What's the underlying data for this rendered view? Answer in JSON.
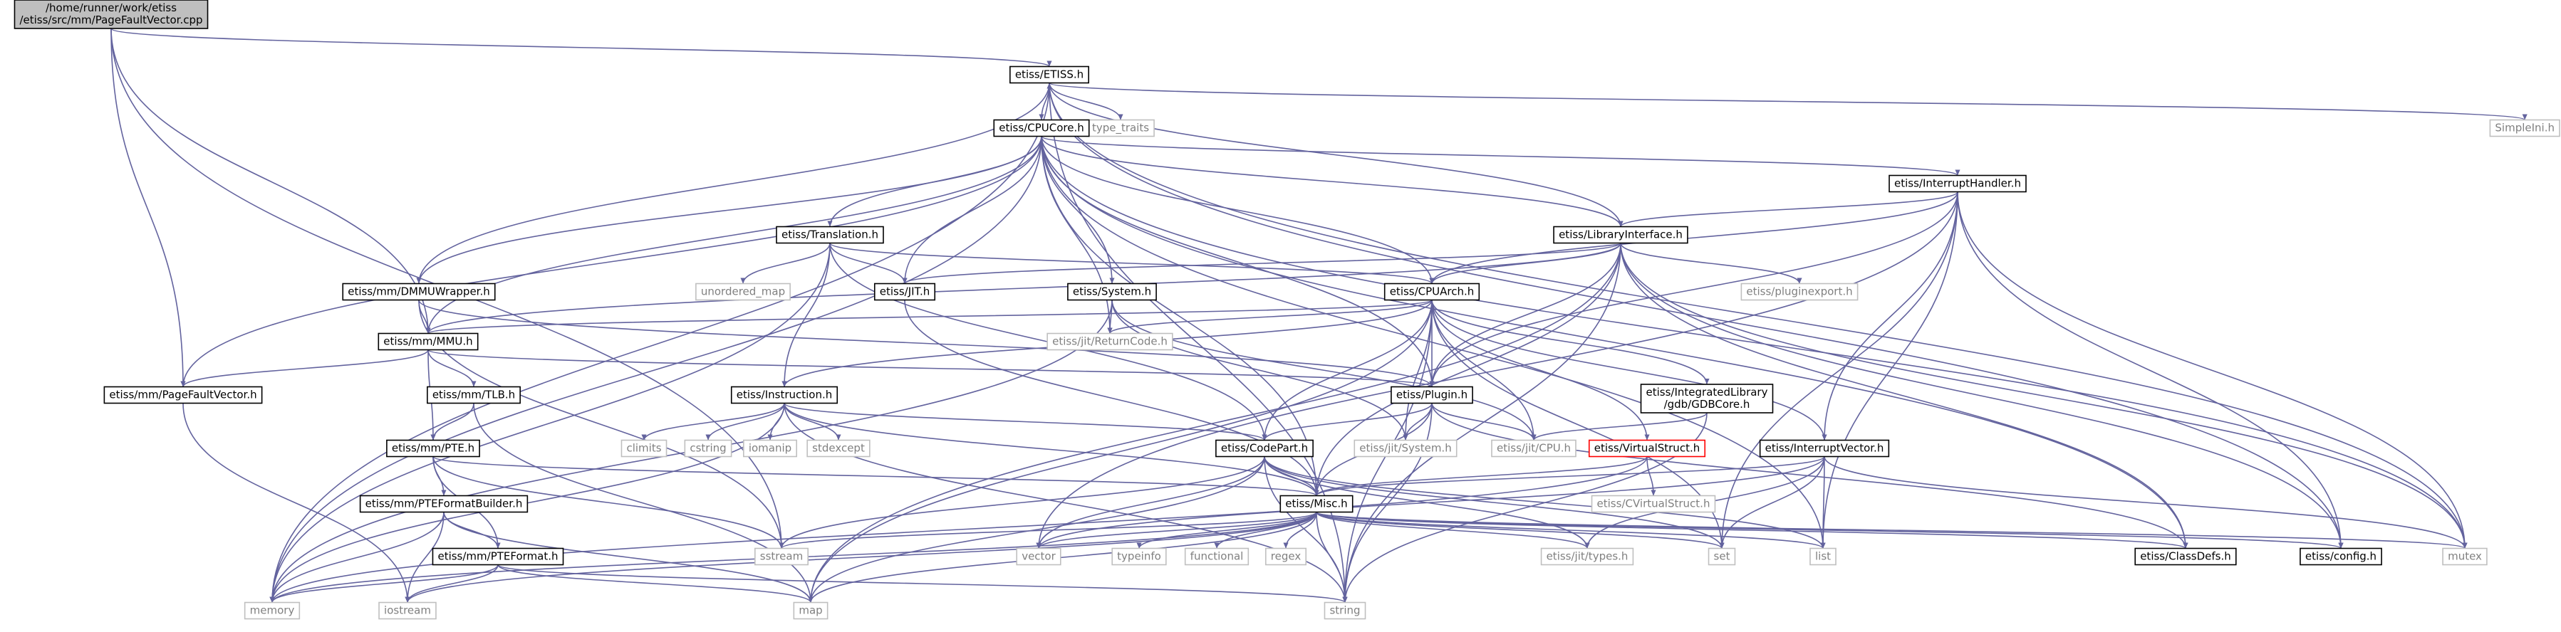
{
  "colors": {
    "edge": "#63639e",
    "node_border": "#000000",
    "node_fill": "#ffffff",
    "root_fill": "#bfbfbf",
    "external_border": "#bfbfbf",
    "external_text": "#808080",
    "highlight_border": "#ff0000",
    "background": "#ffffff"
  },
  "nodes": [
    {
      "id": "root",
      "lines": [
        "/home/runner/work/etiss",
        "/etiss/src/mm/PageFaultVector.cpp"
      ],
      "style": "root"
    },
    {
      "id": "etiss_h",
      "lines": [
        "etiss/ETISS.h"
      ],
      "style": "normal"
    },
    {
      "id": "type_traits",
      "lines": [
        "type_traits"
      ],
      "style": "external"
    },
    {
      "id": "simpleini",
      "lines": [
        "SimpleIni.h"
      ],
      "style": "external"
    },
    {
      "id": "cpucore",
      "lines": [
        "etiss/CPUCore.h"
      ],
      "style": "normal"
    },
    {
      "id": "interrupthandler",
      "lines": [
        "etiss/InterruptHandler.h"
      ],
      "style": "normal"
    },
    {
      "id": "libraryinterface",
      "lines": [
        "etiss/LibraryInterface.h"
      ],
      "style": "normal"
    },
    {
      "id": "translation",
      "lines": [
        "etiss/Translation.h"
      ],
      "style": "normal"
    },
    {
      "id": "unordered_map",
      "lines": [
        "unordered_map"
      ],
      "style": "external"
    },
    {
      "id": "jit",
      "lines": [
        "etiss/JIT.h"
      ],
      "style": "normal"
    },
    {
      "id": "system",
      "lines": [
        "etiss/System.h"
      ],
      "style": "normal"
    },
    {
      "id": "cpuarch",
      "lines": [
        "etiss/CPUArch.h"
      ],
      "style": "normal"
    },
    {
      "id": "pluginexport",
      "lines": [
        "etiss/pluginexport.h"
      ],
      "style": "external"
    },
    {
      "id": "dmmuwrapper",
      "lines": [
        "etiss/mm/DMMUWrapper.h"
      ],
      "style": "normal"
    },
    {
      "id": "mmu",
      "lines": [
        "etiss/mm/MMU.h"
      ],
      "style": "normal"
    },
    {
      "id": "returncode",
      "lines": [
        "etiss/jit/ReturnCode.h"
      ],
      "style": "external"
    },
    {
      "id": "pagefaultvector",
      "lines": [
        "etiss/mm/PageFaultVector.h"
      ],
      "style": "normal"
    },
    {
      "id": "tlb",
      "lines": [
        "etiss/mm/TLB.h"
      ],
      "style": "normal"
    },
    {
      "id": "instruction",
      "lines": [
        "etiss/Instruction.h"
      ],
      "style": "normal"
    },
    {
      "id": "plugin",
      "lines": [
        "etiss/Plugin.h"
      ],
      "style": "normal"
    },
    {
      "id": "gdbcore",
      "lines": [
        "etiss/IntegratedLibrary",
        "/gdb/GDBCore.h"
      ],
      "style": "normal"
    },
    {
      "id": "climits",
      "lines": [
        "climits"
      ],
      "style": "external"
    },
    {
      "id": "cstring",
      "lines": [
        "cstring"
      ],
      "style": "external"
    },
    {
      "id": "iomanip",
      "lines": [
        "iomanip"
      ],
      "style": "external"
    },
    {
      "id": "stdexcept",
      "lines": [
        "stdexcept"
      ],
      "style": "external"
    },
    {
      "id": "pte",
      "lines": [
        "etiss/mm/PTE.h"
      ],
      "style": "normal"
    },
    {
      "id": "codepart",
      "lines": [
        "etiss/CodePart.h"
      ],
      "style": "normal"
    },
    {
      "id": "jitsystem",
      "lines": [
        "etiss/jit/System.h"
      ],
      "style": "external"
    },
    {
      "id": "jitcpu",
      "lines": [
        "etiss/jit/CPU.h"
      ],
      "style": "external"
    },
    {
      "id": "virtualstruct",
      "lines": [
        "etiss/VirtualStruct.h"
      ],
      "style": "highlight"
    },
    {
      "id": "interruptvector",
      "lines": [
        "etiss/InterruptVector.h"
      ],
      "style": "normal"
    },
    {
      "id": "ptefb",
      "lines": [
        "etiss/mm/PTEFormatBuilder.h"
      ],
      "style": "normal"
    },
    {
      "id": "cvirtualstruct",
      "lines": [
        "etiss/CVirtualStruct.h"
      ],
      "style": "external"
    },
    {
      "id": "misc",
      "lines": [
        "etiss/Misc.h"
      ],
      "style": "normal"
    },
    {
      "id": "pteformat",
      "lines": [
        "etiss/mm/PTEFormat.h"
      ],
      "style": "normal"
    },
    {
      "id": "sstream",
      "lines": [
        "sstream"
      ],
      "style": "external"
    },
    {
      "id": "vector",
      "lines": [
        "vector"
      ],
      "style": "external"
    },
    {
      "id": "typeinfo",
      "lines": [
        "typeinfo"
      ],
      "style": "external"
    },
    {
      "id": "functional",
      "lines": [
        "functional"
      ],
      "style": "external"
    },
    {
      "id": "regex",
      "lines": [
        "regex"
      ],
      "style": "external"
    },
    {
      "id": "jittypes",
      "lines": [
        "etiss/jit/types.h"
      ],
      "style": "external"
    },
    {
      "id": "set",
      "lines": [
        "set"
      ],
      "style": "external"
    },
    {
      "id": "list",
      "lines": [
        "list"
      ],
      "style": "external"
    },
    {
      "id": "classdefs",
      "lines": [
        "etiss/ClassDefs.h"
      ],
      "style": "normal"
    },
    {
      "id": "config",
      "lines": [
        "etiss/config.h"
      ],
      "style": "normal"
    },
    {
      "id": "mutex",
      "lines": [
        "mutex"
      ],
      "style": "external"
    },
    {
      "id": "memory",
      "lines": [
        "memory"
      ],
      "style": "external"
    },
    {
      "id": "iostream",
      "lines": [
        "iostream"
      ],
      "style": "external"
    },
    {
      "id": "map",
      "lines": [
        "map"
      ],
      "style": "external"
    },
    {
      "id": "string",
      "lines": [
        "string"
      ],
      "style": "external"
    }
  ],
  "edges": [
    [
      "root",
      "etiss_h"
    ],
    [
      "root",
      "sstream"
    ],
    [
      "root",
      "pagefaultvector"
    ],
    [
      "root",
      "mmu"
    ],
    [
      "etiss_h",
      "cpucore"
    ],
    [
      "etiss_h",
      "type_traits"
    ],
    [
      "etiss_h",
      "simpleini"
    ],
    [
      "etiss_h",
      "string"
    ],
    [
      "etiss_h",
      "memory"
    ],
    [
      "etiss_h",
      "mutex"
    ],
    [
      "etiss_h",
      "libraryinterface"
    ],
    [
      "etiss_h",
      "config"
    ],
    [
      "cpucore",
      "interrupthandler"
    ],
    [
      "cpucore",
      "libraryinterface"
    ],
    [
      "cpucore",
      "translation"
    ],
    [
      "cpucore",
      "jit"
    ],
    [
      "cpucore",
      "system"
    ],
    [
      "cpucore",
      "cpuarch"
    ],
    [
      "cpucore",
      "plugin"
    ],
    [
      "cpucore",
      "dmmuwrapper"
    ],
    [
      "cpucore",
      "mmu"
    ],
    [
      "cpucore",
      "returncode"
    ],
    [
      "cpucore",
      "misc"
    ],
    [
      "cpucore",
      "pagefaultvector"
    ],
    [
      "cpucore",
      "memory"
    ],
    [
      "cpucore",
      "mutex"
    ],
    [
      "cpucore",
      "classdefs"
    ],
    [
      "cpucore",
      "list"
    ],
    [
      "interrupthandler",
      "libraryinterface"
    ],
    [
      "interrupthandler",
      "cpuarch"
    ],
    [
      "interrupthandler",
      "plugin"
    ],
    [
      "interrupthandler",
      "interruptvector"
    ],
    [
      "interrupthandler",
      "vector"
    ],
    [
      "interrupthandler",
      "mutex"
    ],
    [
      "interrupthandler",
      "set"
    ],
    [
      "interrupthandler",
      "list"
    ],
    [
      "interrupthandler",
      "config"
    ],
    [
      "libraryinterface",
      "cpuarch"
    ],
    [
      "libraryinterface",
      "jit"
    ],
    [
      "libraryinterface",
      "plugin"
    ],
    [
      "libraryinterface",
      "pluginexport"
    ],
    [
      "libraryinterface",
      "mmu"
    ],
    [
      "libraryinterface",
      "misc"
    ],
    [
      "libraryinterface",
      "map"
    ],
    [
      "libraryinterface",
      "mutex"
    ],
    [
      "libraryinterface",
      "string"
    ],
    [
      "libraryinterface",
      "classdefs"
    ],
    [
      "libraryinterface",
      "config"
    ],
    [
      "translation",
      "jit"
    ],
    [
      "translation",
      "cpuarch"
    ],
    [
      "translation",
      "instruction"
    ],
    [
      "translation",
      "codepart"
    ],
    [
      "translation",
      "unordered_map"
    ],
    [
      "translation",
      "memory"
    ],
    [
      "jit",
      "misc"
    ],
    [
      "system",
      "returncode"
    ],
    [
      "system",
      "jitsystem"
    ],
    [
      "system",
      "jitcpu"
    ],
    [
      "system",
      "memory"
    ],
    [
      "cpuarch",
      "instruction"
    ],
    [
      "cpuarch",
      "plugin"
    ],
    [
      "cpuarch",
      "returncode"
    ],
    [
      "cpuarch",
      "jitsystem"
    ],
    [
      "cpuarch",
      "jitcpu"
    ],
    [
      "cpuarch",
      "codepart"
    ],
    [
      "cpuarch",
      "virtualstruct"
    ],
    [
      "cpuarch",
      "interruptvector"
    ],
    [
      "cpuarch",
      "gdbcore"
    ],
    [
      "cpuarch",
      "mmu"
    ],
    [
      "cpuarch",
      "map"
    ],
    [
      "cpuarch",
      "string"
    ],
    [
      "cpuarch",
      "set"
    ],
    [
      "dmmuwrapper",
      "mmu"
    ],
    [
      "dmmuwrapper",
      "plugin"
    ],
    [
      "dmmuwrapper",
      "etiss_h"
    ],
    [
      "dmmuwrapper",
      "sstream"
    ],
    [
      "mmu",
      "pagefaultvector"
    ],
    [
      "mmu",
      "tlb"
    ],
    [
      "mmu",
      "pte"
    ],
    [
      "mmu",
      "plugin"
    ],
    [
      "pagefaultvector",
      "iostream"
    ],
    [
      "tlb",
      "pte"
    ],
    [
      "tlb",
      "map"
    ],
    [
      "instruction",
      "codepart"
    ],
    [
      "instruction",
      "misc"
    ],
    [
      "instruction",
      "climits"
    ],
    [
      "instruction",
      "cstring"
    ],
    [
      "instruction",
      "iomanip"
    ],
    [
      "instruction",
      "stdexcept"
    ],
    [
      "instruction",
      "memory"
    ],
    [
      "instruction",
      "string"
    ],
    [
      "plugin",
      "codepart"
    ],
    [
      "plugin",
      "jitsystem"
    ],
    [
      "plugin",
      "jitcpu"
    ],
    [
      "plugin",
      "misc"
    ],
    [
      "plugin",
      "string"
    ],
    [
      "plugin",
      "classdefs"
    ],
    [
      "gdbcore",
      "jitcpu"
    ],
    [
      "gdbcore",
      "string"
    ],
    [
      "pte",
      "ptefb"
    ],
    [
      "pte",
      "pteformat"
    ],
    [
      "pte",
      "misc"
    ],
    [
      "pte",
      "sstream"
    ],
    [
      "codepart",
      "misc"
    ],
    [
      "codepart",
      "sstream"
    ],
    [
      "codepart",
      "vector"
    ],
    [
      "codepart",
      "set"
    ],
    [
      "codepart",
      "map"
    ],
    [
      "codepart",
      "jittypes"
    ],
    [
      "codepart",
      "list"
    ],
    [
      "codepart",
      "string"
    ],
    [
      "virtualstruct",
      "misc"
    ],
    [
      "virtualstruct",
      "cvirtualstruct"
    ],
    [
      "virtualstruct",
      "memory"
    ],
    [
      "interruptvector",
      "misc"
    ],
    [
      "interruptvector",
      "jittypes"
    ],
    [
      "interruptvector",
      "set"
    ],
    [
      "interruptvector",
      "list"
    ],
    [
      "interruptvector",
      "mutex"
    ],
    [
      "interruptvector",
      "vector"
    ],
    [
      "ptefb",
      "pteformat"
    ],
    [
      "ptefb",
      "iostream"
    ],
    [
      "ptefb",
      "memory"
    ],
    [
      "ptefb",
      "map"
    ],
    [
      "misc",
      "sstream"
    ],
    [
      "misc",
      "vector"
    ],
    [
      "misc",
      "typeinfo"
    ],
    [
      "misc",
      "functional"
    ],
    [
      "misc",
      "regex"
    ],
    [
      "misc",
      "jittypes"
    ],
    [
      "misc",
      "set"
    ],
    [
      "misc",
      "list"
    ],
    [
      "misc",
      "classdefs"
    ],
    [
      "misc",
      "config"
    ],
    [
      "misc",
      "mutex"
    ],
    [
      "misc",
      "memory"
    ],
    [
      "misc",
      "iostream"
    ],
    [
      "misc",
      "map"
    ],
    [
      "misc",
      "string"
    ],
    [
      "pteformat",
      "memory"
    ],
    [
      "pteformat",
      "iostream"
    ],
    [
      "pteformat",
      "map"
    ],
    [
      "pteformat",
      "string"
    ]
  ]
}
